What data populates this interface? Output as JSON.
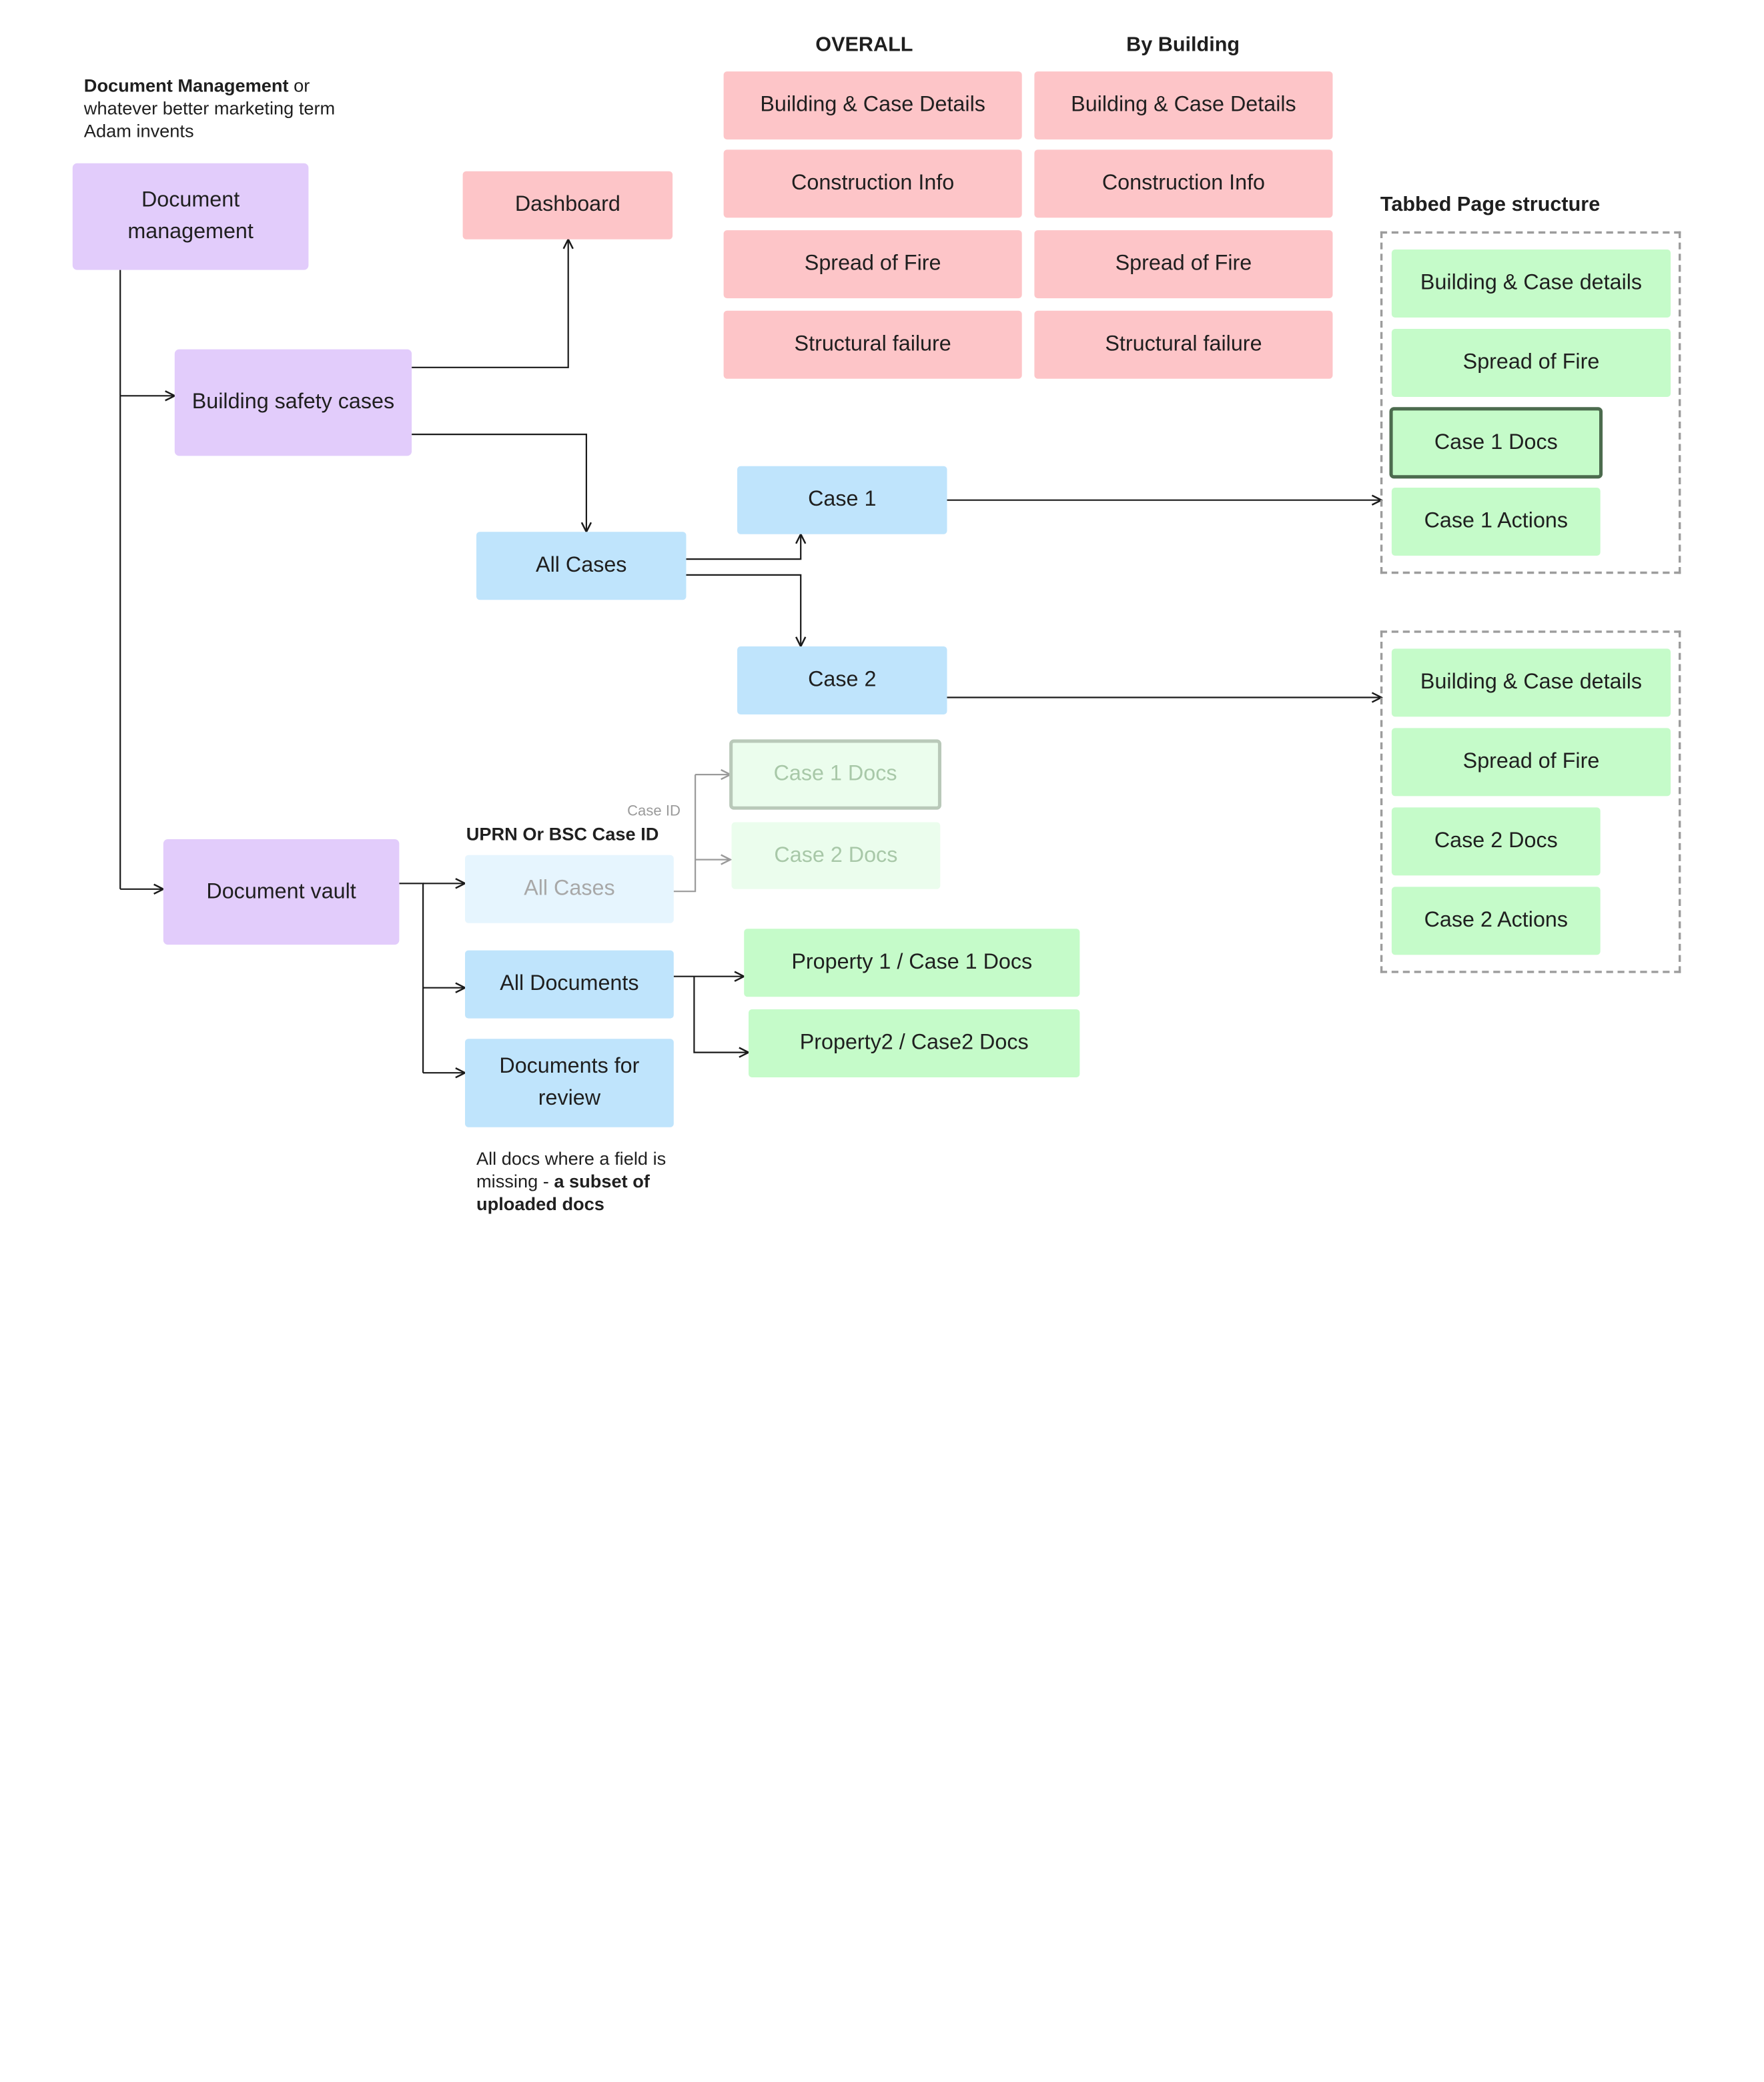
{
  "notes": {
    "doc_mgmt_bold": "Document Management",
    "doc_mgmt_rest": " or whatever better marketing term Adam invents",
    "docs_review_plain": "All docs where a field is missing - ",
    "docs_review_bold": "a subset of uploaded docs"
  },
  "headers": {
    "overall": "OVERALL",
    "by_building": "By Building",
    "tabbed": "Tabbed Page structure",
    "uprn": "UPRN Or BSC Case ID",
    "case_id": "Case ID"
  },
  "nodes": {
    "document_management": "Document management",
    "building_safety_cases": "Building safety cases",
    "dashboard": "Dashboard",
    "all_cases": "All Cases",
    "case1": "Case 1",
    "case2": "Case 2",
    "document_vault": "Document vault",
    "vault_all_cases": "All Cases",
    "all_documents": "All Documents",
    "documents_for_review": "Documents for review",
    "vault_case1_docs": "Case 1 Docs",
    "vault_case2_docs": "Case 2 Docs",
    "property1": "Property 1 / Case 1 Docs",
    "property2": "Property2 / Case2 Docs"
  },
  "overall_items": [
    "Building & Case Details",
    "Construction Info",
    "Spread of Fire",
    "Structural failure"
  ],
  "by_building_items": [
    "Building & Case Details",
    "Construction Info",
    "Spread of Fire",
    "Structural failure"
  ],
  "case1_tabs": [
    "Building & Case details",
    "Spread of Fire",
    "Case 1 Docs",
    "Case 1 Actions"
  ],
  "case2_tabs": [
    "Building & Case details",
    "Spread of Fire",
    "Case 2 Docs",
    "Case 2 Actions"
  ],
  "colors": {
    "purple": "#e2ccfb",
    "pink": "#fdc5c8",
    "blue": "#bfe4fc",
    "green": "#c5fbc9"
  }
}
